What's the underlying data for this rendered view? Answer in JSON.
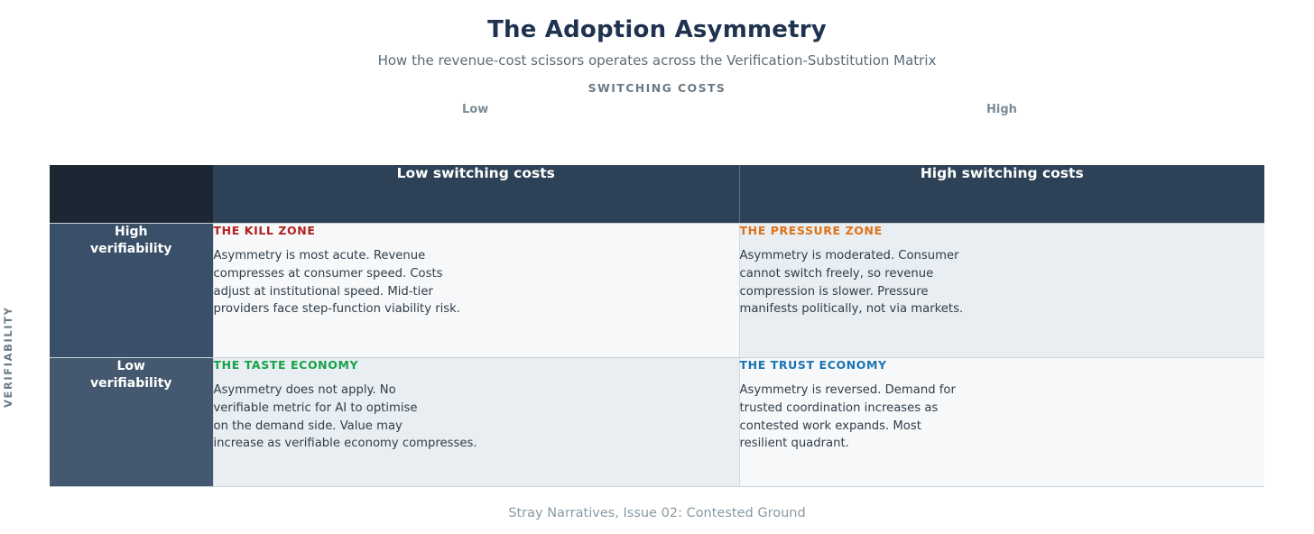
{
  "header": {
    "title": "The Adoption Asymmetry",
    "subtitle": "How the revenue-cost scissors operates across the Verification-Substitution Matrix"
  },
  "axes": {
    "x_title": "SWITCHING COSTS",
    "x_low": "Low",
    "x_high": "High",
    "y_title": "VERIFIABILITY"
  },
  "colors": {
    "title": "#1f3350",
    "subtitle": "#5b6b78",
    "axis_label": "#6b7b85",
    "corner_cell": "#1c2733",
    "col_header": "#2d4257",
    "row_header_1": "#3a5068",
    "row_header_2": "#44596f",
    "quad_light": "#f7f8f9",
    "quad_tint": "#e9eef2",
    "kill_zone": "#b3201f",
    "pressure_zone": "#df7116",
    "taste_economy": "#17a34a",
    "trust_economy": "#1b73b3",
    "footer": "#8a99a3"
  },
  "matrix": {
    "corner_label": "",
    "columns": [
      {
        "label": "Low switching costs"
      },
      {
        "label": "High switching costs"
      }
    ],
    "rows": [
      {
        "label": "High\nverifiability"
      },
      {
        "label": "Low\nverifiability"
      }
    ],
    "cells": [
      {
        "title": "THE KILL ZONE",
        "color": "#b3201f",
        "body": "Asymmetry is most acute. Revenue\ncompresses at consumer speed. Costs\nadjust at institutional speed. Mid-tier\nproviders face step-function viability risk."
      },
      {
        "title": "THE PRESSURE ZONE",
        "color": "#df7116",
        "body": "Asymmetry is moderated. Consumer\ncannot switch freely, so revenue\ncompression is slower. Pressure\nmanifests politically, not via markets."
      },
      {
        "title": "THE TASTE ECONOMY",
        "color": "#17a34a",
        "body": "Asymmetry does not apply. No\nverifiable metric for AI to optimise\non the demand side. Value may\nincrease as verifiable economy compresses."
      },
      {
        "title": "THE TRUST ECONOMY",
        "color": "#1b73b3",
        "body": "Asymmetry is reversed. Demand for\ntrusted coordination increases as\ncontested work expands. Most\nresilient quadrant."
      }
    ]
  },
  "footer": {
    "text": "Stray Narratives, Issue 02: Contested Ground"
  }
}
